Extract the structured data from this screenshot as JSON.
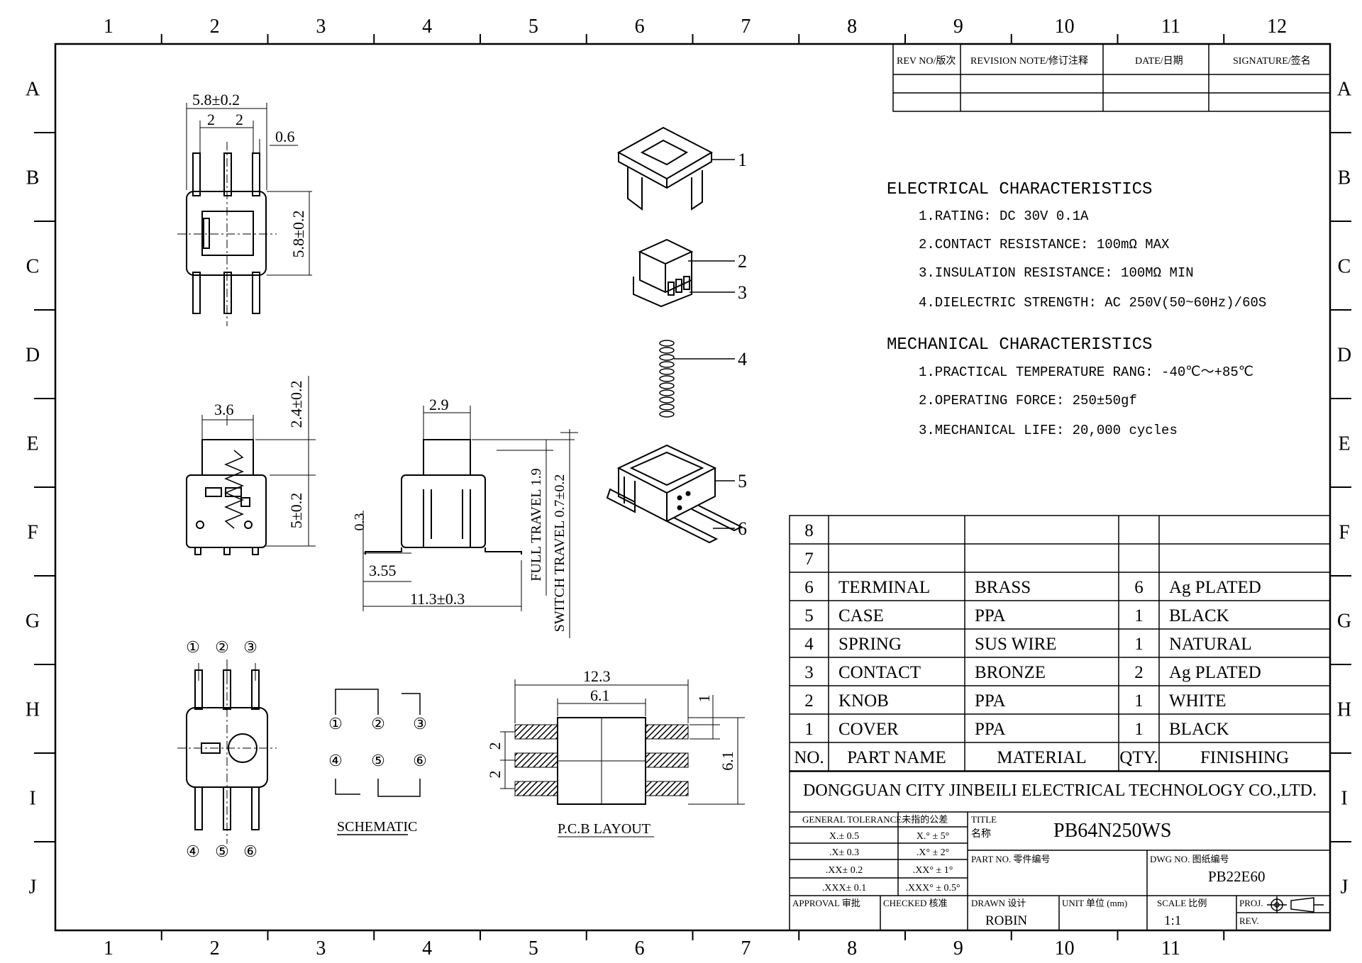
{
  "border": {
    "columns": [
      "1",
      "2",
      "3",
      "4",
      "5",
      "6",
      "7",
      "8",
      "9",
      "10",
      "11",
      "12"
    ],
    "rows": [
      "A",
      "B",
      "C",
      "D",
      "E",
      "F",
      "G",
      "H",
      "I",
      "J"
    ],
    "bottom_columns": [
      "1",
      "2",
      "3",
      "4",
      "5",
      "6",
      "7",
      "8",
      "9",
      "10",
      "11"
    ]
  },
  "revision_table": {
    "headers": [
      "REV NO/版次",
      "REVISION NOTE/修订注释",
      "DATE/日期",
      "SIGNATURE/签名"
    ]
  },
  "electrical": {
    "title": "ELECTRICAL CHARACTERISTICS",
    "items": [
      "1.RATING: DC 30V 0.1A",
      "2.CONTACT RESISTANCE: 100mΩ MAX",
      "3.INSULATION RESISTANCE: 100MΩ MIN",
      "4.DIELECTRIC STRENGTH: AC 250V(50~60Hz)/60S"
    ]
  },
  "mechanical": {
    "title": "MECHANICAL CHARACTERISTICS",
    "items": [
      "1.PRACTICAL TEMPERATURE RANG: -40℃～+85℃",
      "2.OPERATING FORCE: 250±50gf",
      "3.MECHANICAL LIFE: 20,000 cycles"
    ]
  },
  "bom": {
    "header": [
      "NO.",
      "PART NAME",
      "MATERIAL",
      "QTY.",
      "FINISHING"
    ],
    "rows": [
      [
        "8",
        "",
        "",
        "",
        ""
      ],
      [
        "7",
        "",
        "",
        "",
        ""
      ],
      [
        "6",
        "TERMINAL",
        "BRASS",
        "6",
        "Ag PLATED"
      ],
      [
        "5",
        "CASE",
        "PPA",
        "1",
        "BLACK"
      ],
      [
        "4",
        "SPRING",
        "SUS WIRE",
        "1",
        "NATURAL"
      ],
      [
        "3",
        "CONTACT",
        "BRONZE",
        "2",
        "Ag PLATED"
      ],
      [
        "2",
        "KNOB",
        "PPA",
        "1",
        "WHITE"
      ],
      [
        "1",
        "COVER",
        "PPA",
        "1",
        "BLACK"
      ]
    ]
  },
  "title_block": {
    "company": "DONGGUAN CITY JINBEILI ELECTRICAL TECHNOLOGY CO.,LTD.",
    "general_tolerance": "GENERAL TOLERANCE未指的公差",
    "tolerances": [
      [
        "X.± 0.5",
        "X.° ± 5°"
      ],
      [
        ".X± 0.3",
        ".X° ± 2°"
      ],
      [
        ".XX± 0.2",
        ".XX° ± 1°"
      ],
      [
        ".XXX± 0.1",
        ".XXX° ± 0.5°"
      ]
    ],
    "title_label": "TITLE",
    "title_label_cn": "名称",
    "title_value": "PB64N250WS",
    "part_no_label": "PART NO. 零件编号",
    "dwg_no_label": "DWG NO. 图纸编号",
    "dwg_no_value": "PB22E60",
    "approval_label": "APPROVAL 审批",
    "checked_label": "CHECKED 核准",
    "drawn_label": "DRAWN 设计",
    "drawn_value": "ROBIN",
    "unit_label": "UNIT 单位 (mm)",
    "scale_label": "SCALE 比例",
    "scale_value": "1:1",
    "proj_label": "PROJ.",
    "rev_label": "REV."
  },
  "dimensions": {
    "top_width": "5.8±0.2",
    "top_pitch_a": "2",
    "top_pitch_b": "2",
    "top_pin": "0.6",
    "top_height": "5.8±0.2",
    "side_width": "3.6",
    "side_knob_height": "2.4±0.2",
    "side_body_height": "5±0.2",
    "knob_width": "2.9",
    "pin_offset": "0.3",
    "pin_reach": "3.55",
    "overall_length": "11.3±0.3",
    "full_travel": "FULL TRAVEL 1.9",
    "switch_travel": "SWITCH TRAVEL 0.7±0.2",
    "pcb_width": "12.3",
    "pcb_inner": "6.1",
    "pcb_pad": "1",
    "pcb_height": "6.1",
    "pcb_pitch_a": "2",
    "pcb_pitch_b": "2"
  },
  "pins_top": [
    "①",
    "②",
    "③"
  ],
  "pins_bottom": [
    "④",
    "⑤",
    "⑥"
  ],
  "labels": {
    "schematic": "SCHEMATIC",
    "pcb_layout": "P.C.B LAYOUT"
  },
  "balloons": [
    "1",
    "2",
    "3",
    "4",
    "5",
    "6"
  ]
}
